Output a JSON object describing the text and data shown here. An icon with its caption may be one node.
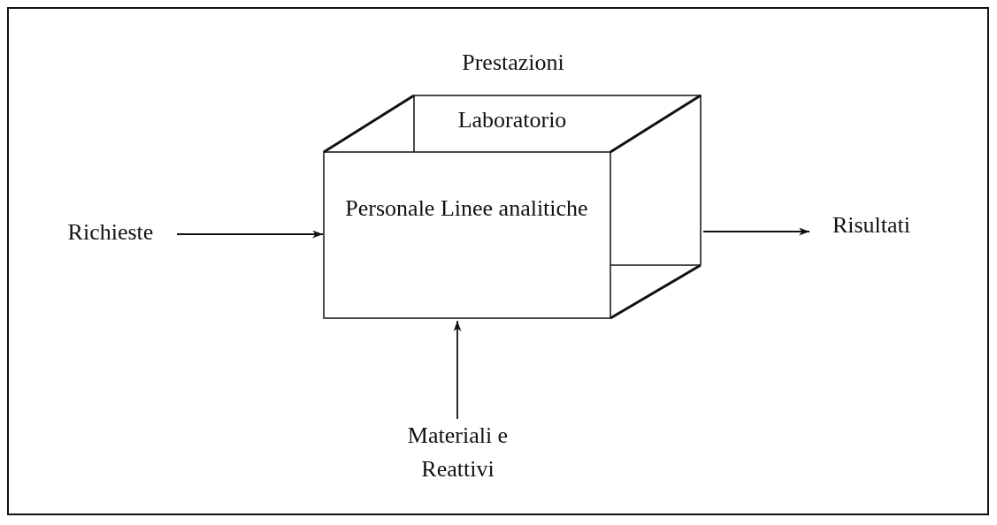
{
  "diagram": {
    "nodes": [
      {
        "text": [
          "Laboratorio",
          "Personale Linee analitiche"
        ]
      },
      {
        "text": [
          "Richieste"
        ]
      },
      {
        "text": [
          "Risultati"
        ]
      },
      {
        "text": [
          "Materiali e Reattivi"
        ]
      }
    ],
    "edges": [
      {
        "from": 1,
        "to": 0,
        "arrow": "to"
      },
      {
        "from": 0,
        "to": 2,
        "arrow": "to"
      },
      {
        "from": 3,
        "to": 0,
        "arrow": "to"
      }
    ],
    "labels": [
      "Prestazioni"
    ]
  }
}
